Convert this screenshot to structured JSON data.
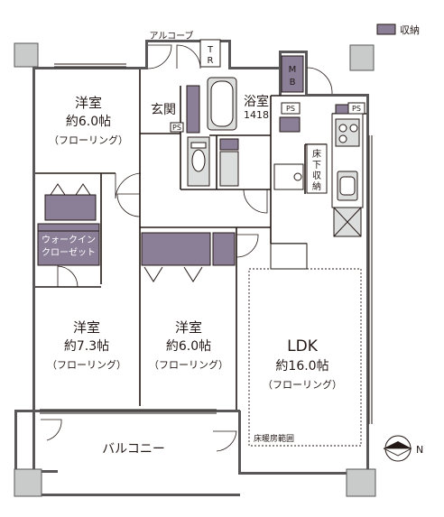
{
  "legend": {
    "label": "収納",
    "color": "#8b7f98"
  },
  "rooms": {
    "western_top": {
      "name": "洋室",
      "size": "約6.0帖",
      "floor": "（フローリング）"
    },
    "western_left": {
      "name": "洋室",
      "size": "約7.3帖",
      "floor": "（フローリング）"
    },
    "western_mid": {
      "name": "洋室",
      "size": "約6.0帖",
      "floor": "（フローリング）"
    },
    "ldk": {
      "name": "LDK",
      "size": "約16.0帖",
      "floor": "（フローリング）"
    },
    "entrance": {
      "name": "玄関"
    },
    "bath": {
      "name": "浴室",
      "size": "1418"
    },
    "walkin": {
      "line1": "ウォークイン",
      "line2": "クローゼット"
    },
    "balcony": {
      "name": "バルコニー"
    }
  },
  "labels": {
    "alcove": "アルコーブ",
    "tr_t": "T",
    "tr_r": "R",
    "mb_m": "M",
    "mb_b": "B",
    "ps": "PS",
    "underfloor": [
      "床",
      "下",
      "収",
      "納"
    ],
    "floor_heating": "床暖房範囲",
    "north": "N"
  },
  "colors": {
    "wall": "#595757",
    "storage": "#8b7f98",
    "line": "#231815",
    "pillar": "#c9caca"
  }
}
